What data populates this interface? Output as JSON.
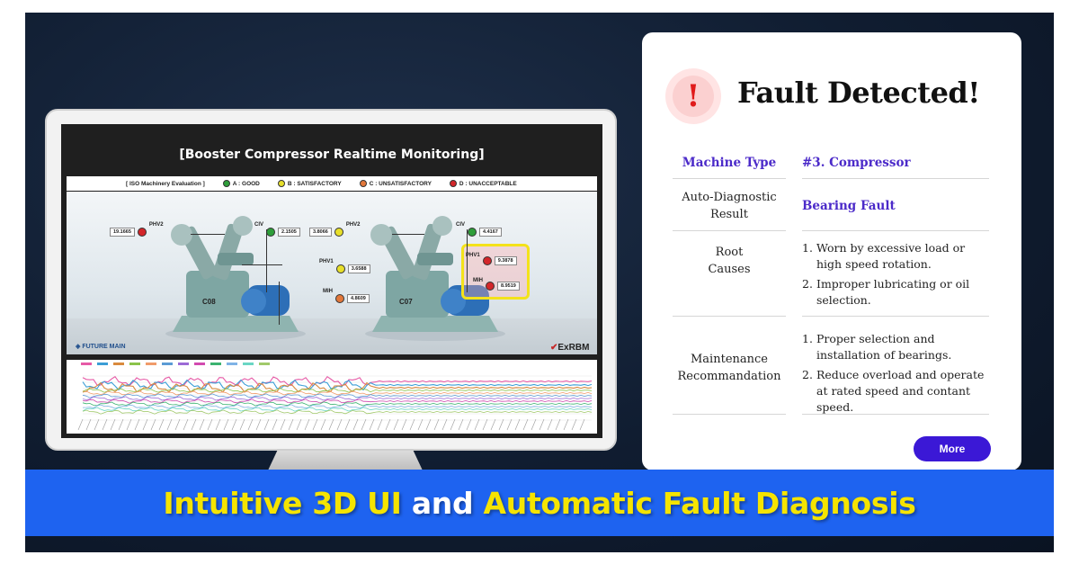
{
  "monitor": {
    "title": "[Booster Compressor Realtime Monitoring]",
    "iso_label": "[ ISO Machinery Evaluation ]",
    "legend": [
      {
        "label": "A : GOOD",
        "color": "#2e9e3a"
      },
      {
        "label": "B : SATISFACTORY",
        "color": "#e7df2a"
      },
      {
        "label": "C : UNSATISFACTORY",
        "color": "#e2773a"
      },
      {
        "label": "D : UNACCEPTABLE",
        "color": "#d3262a"
      }
    ],
    "left_machine": {
      "name": "C08",
      "sensors": [
        {
          "id": "PHV2",
          "value": "19.1665",
          "color": "#d3262a"
        },
        {
          "id": "CIV",
          "value": "2.1505",
          "color": "#2e9e3a"
        },
        {
          "id": "PHV1",
          "value": "3.6588",
          "color": "#e7df2a"
        },
        {
          "id": "MIH",
          "value": "4.8609",
          "color": "#e2773a"
        }
      ]
    },
    "right_machine": {
      "name": "C07",
      "sensors": [
        {
          "id": "PHV2",
          "value": "3.8066",
          "color": "#e7df2a"
        },
        {
          "id": "CIV",
          "value": "4.4167",
          "color": "#2e9e3a"
        },
        {
          "id": "PHV1",
          "value": "9.3878",
          "color": "#d3262a"
        },
        {
          "id": "MIH",
          "value": "8.9519",
          "color": "#d3262a"
        }
      ]
    },
    "brand_left": "FUTURE MAIN",
    "brand_right_a": "ExR",
    "brand_right_b": "BM",
    "trend_colors": [
      "#e65aa6",
      "#3b9ed6",
      "#d98a3e",
      "#8bc34a",
      "#f09b6a",
      "#5b9bd5",
      "#9c6ad6",
      "#d24ab0",
      "#3cb371",
      "#7fb3e6",
      "#6ad6c4",
      "#a1c96a"
    ]
  },
  "card": {
    "icon": "!",
    "title": "Fault Detected!",
    "machine_type_label": "Machine Type",
    "machine_type_value": "#3. Compressor",
    "diag_label_1": "Auto-Diagnostic",
    "diag_label_2": "Result",
    "diag_value": "Bearing Fault",
    "root_label_1": "Root",
    "root_label_2": "Causes",
    "root_causes": [
      {
        "n": "1.",
        "text": "Worn by excessive load or high speed rotation."
      },
      {
        "n": "2.",
        "text": "Improper lubricating or oil selection."
      }
    ],
    "maint_label_1": "Maintenance",
    "maint_label_2": "Recommandation",
    "maintenance": [
      {
        "n": "1.",
        "text": "Proper selection and installation of bearings."
      },
      {
        "n": "2.",
        "text": "Reduce overload and operate at rated speed and contant speed."
      }
    ],
    "more_label": "More"
  },
  "banner": {
    "part1": "Intuitive 3D UI",
    "part2": " and ",
    "part3": "Automatic Fault Diagnosis"
  }
}
